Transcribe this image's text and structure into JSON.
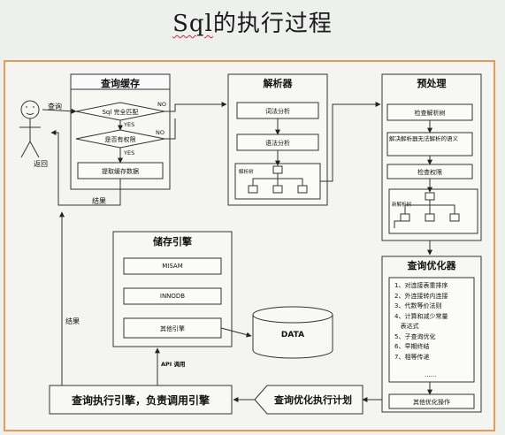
{
  "title": {
    "prefix": "Sql",
    "suffix": "的执行过程"
  },
  "actor": {
    "query_label": "查询",
    "return_label": "返回"
  },
  "query_cache": {
    "header": "查询缓存",
    "check_sql_match": "Sql 完全匹配",
    "check_permission": "是否有权限",
    "fetch_cache": "提取缓存数据",
    "yes1": "YES",
    "yes2": "YES",
    "no1": "NO",
    "no2": "NO",
    "result": "结果"
  },
  "parser": {
    "header": "解析器",
    "lexical": "词法分析",
    "syntax": "语法分析",
    "parse_tree": "解析树"
  },
  "preprocessor": {
    "header": "预处理",
    "check_tree": "检查解析树",
    "resolve_semantics": "解决解析器无法解析的语义",
    "check_permission": "检查权限",
    "new_tree": "新解析树"
  },
  "optimizer": {
    "header": "查询优化器",
    "items": [
      "1、对连接表重排序",
      "2、外连接转内连接",
      "3、代数等价法则",
      "4、计算和减少常量",
      "   表达式",
      "5、子查询优化",
      "6、早期终结",
      "7、相等传递"
    ],
    "ellipsis": "......",
    "other": "其他优化操作"
  },
  "storage_engine": {
    "header": "储存引擎",
    "engines": [
      "MISAM",
      "INNODB",
      "其他引擎"
    ],
    "api_label": "API 调用"
  },
  "data_store": {
    "label": "DATA"
  },
  "execution_plan": {
    "label": "查询优化执行计划"
  },
  "executor": {
    "label": "查询执行引擎，负责调用引擎"
  },
  "result_label": "结果"
}
